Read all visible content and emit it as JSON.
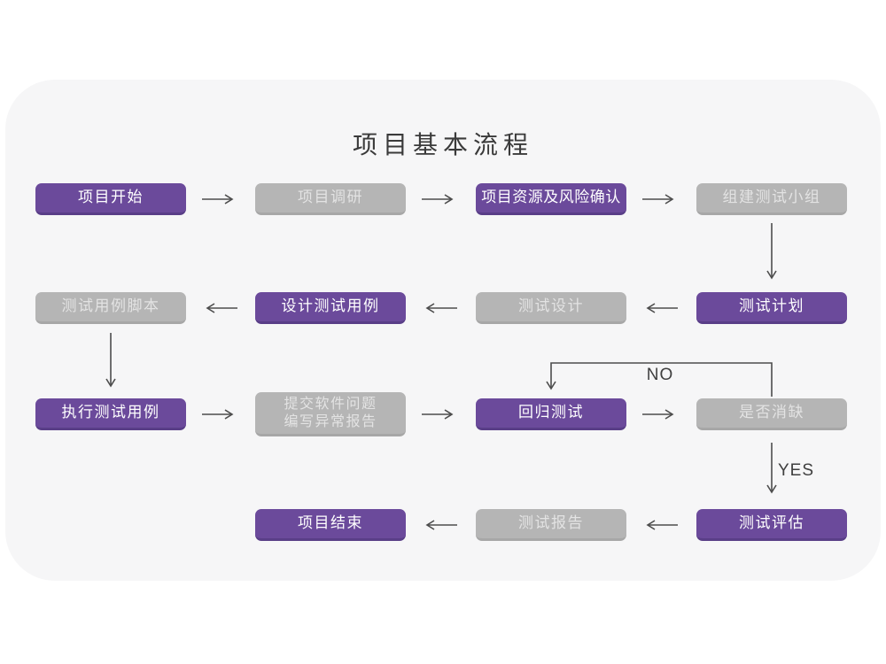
{
  "title": "项目基本流程",
  "labels": {
    "no": "NO",
    "yes": "YES"
  },
  "colors": {
    "purple": "#6b4a9b",
    "purple_dark": "#593e87",
    "gray": "#b5b5b5",
    "gray_dark": "#a7a7a7",
    "card_bg": "#f6f6f7",
    "page_bg": "#ffffff",
    "line": "#4d4d4d",
    "title_color": "#3a3a3a",
    "text_on_purple": "#ffffff",
    "text_on_gray": "#e3e3e3"
  },
  "nodes": [
    {
      "label": "项目开始",
      "variant": "purple"
    },
    {
      "label": "项目调研",
      "variant": "gray"
    },
    {
      "label": "项目资源及风险确认",
      "variant": "purple"
    },
    {
      "label": "组建测试小组",
      "variant": "gray"
    },
    {
      "label": "测试计划",
      "variant": "purple"
    },
    {
      "label": "测试设计",
      "variant": "gray"
    },
    {
      "label": "设计测试用例",
      "variant": "purple"
    },
    {
      "label": "测试用例脚本",
      "variant": "gray"
    },
    {
      "label": "执行测试用例",
      "variant": "purple"
    },
    {
      "label": "提交软件问题",
      "label2": "编写异常报告",
      "variant": "gray"
    },
    {
      "label": "回归测试",
      "variant": "purple"
    },
    {
      "label": "是否消缺",
      "variant": "gray"
    },
    {
      "label": "测试评估",
      "variant": "purple"
    },
    {
      "label": "测试报告",
      "variant": "gray"
    },
    {
      "label": "项目结束",
      "variant": "purple"
    }
  ]
}
